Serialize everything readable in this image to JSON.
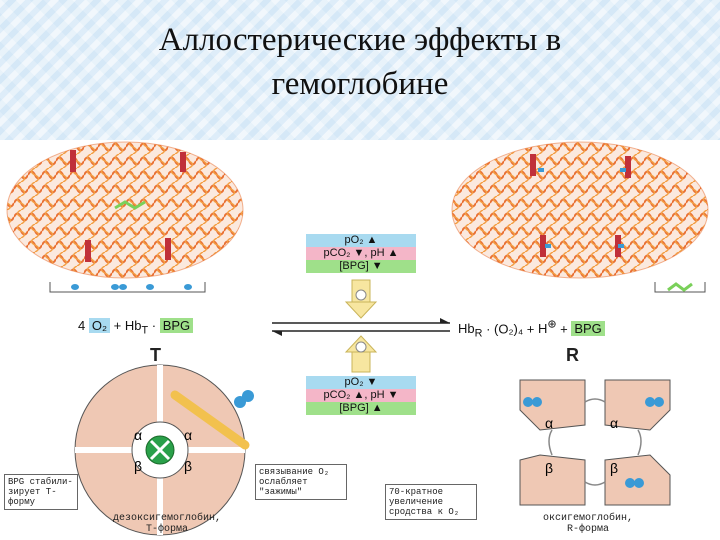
{
  "title": {
    "line1": "Аллостерические эффекты в",
    "line2": "гемоглобине"
  },
  "equation": {
    "left_coef": "4",
    "left_o2": "O₂",
    "plus1": "+",
    "hbt": "Hb",
    "hbt_sub": "T",
    "dot1": "·",
    "bpg_left": "BPG",
    "hbr": "Hb",
    "hbr_sub": "R",
    "o2_4": "· (O₂)₄",
    "plus2": "+",
    "h": "H",
    "h_sup": "⊕",
    "plus3": "+",
    "bpg_right": "BPG"
  },
  "state_labels": {
    "t": "T",
    "r": "R"
  },
  "conditions_top": {
    "po2": "pO₂ ▲",
    "pco2_ph": "pCO₂ ▼, pH ▲",
    "bpg": "[BPG] ▼"
  },
  "conditions_bottom": {
    "po2": "pO₂ ▼",
    "pco2_ph": "pCO₂ ▲, pH ▼",
    "bpg": "[BPG] ▲"
  },
  "notes": {
    "bpg_stabilizes": "BPG стабили- зирует Т-форму",
    "o2_binding": "связывание O₂ ослабляет \"зажимы\"",
    "affinity": "70-кратное увеличение сродства к O₂"
  },
  "subunits": {
    "alpha": "α",
    "beta": "β"
  },
  "captions": {
    "deoxy_line1": "дезоксигемоглобин,",
    "deoxy_line2": "Т-форма",
    "oxy_line1": "оксигемоглобин,",
    "oxy_line2": "R-форма"
  },
  "colors": {
    "protein": "#e86a2a",
    "heme": "#c0303a",
    "o2": "#3a9ad6",
    "subunit": "#efc8b4",
    "bpg": "#f2c14e",
    "bpg_center": "#2aa04a"
  }
}
